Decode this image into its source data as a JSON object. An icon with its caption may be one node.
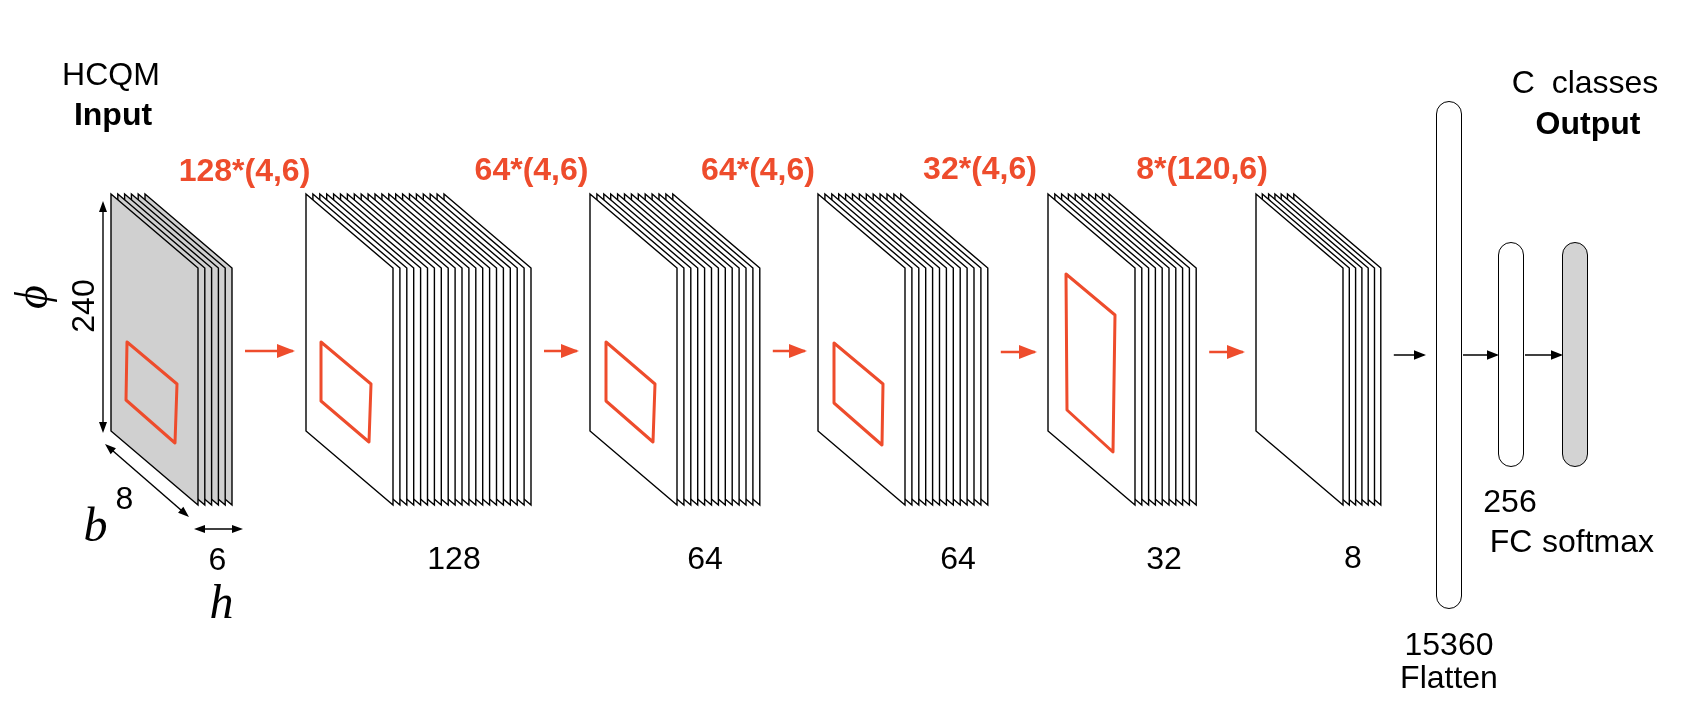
{
  "diagram": {
    "nodes": [
      {
        "text": [],
        "shape": "stack",
        "beside": [
          "HCQM",
          "Input"
        ]
      },
      {
        "text": [],
        "shape": "stack",
        "beside": [
          "128"
        ]
      },
      {
        "text": [],
        "shape": "stack",
        "beside": [
          "64"
        ]
      },
      {
        "text": [],
        "shape": "stack",
        "beside": [
          "64"
        ]
      },
      {
        "text": [],
        "shape": "stack",
        "beside": [
          "32"
        ]
      },
      {
        "text": [],
        "shape": "stack",
        "beside": [
          "8"
        ]
      },
      {
        "text": [],
        "shape": "bar",
        "beside": [
          "15360",
          "Flatten"
        ]
      },
      {
        "text": [],
        "shape": "bar",
        "beside": [
          "256",
          "FC"
        ]
      },
      {
        "text": [],
        "shape": "bar",
        "beside": [
          "C classes",
          "Output",
          "softmax"
        ]
      }
    ],
    "edges": [
      {
        "from": 0,
        "to": 1,
        "arrow": "to"
      },
      {
        "from": 1,
        "to": 2,
        "arrow": "to"
      },
      {
        "from": 2,
        "to": 3,
        "arrow": "to"
      },
      {
        "from": 3,
        "to": 4,
        "arrow": "to"
      },
      {
        "from": 4,
        "to": 5,
        "arrow": "to"
      },
      {
        "from": 5,
        "to": 6,
        "arrow": "to",
        "color": "#000000"
      },
      {
        "from": 6,
        "to": 7,
        "arrow": "to",
        "color": "#000000"
      },
      {
        "from": 7,
        "to": 8,
        "arrow": "to",
        "color": "#000000"
      }
    ],
    "labels": [
      "128*(4,6)",
      "64*(4,6)",
      "64*(4,6)",
      "32*(4,6)",
      "8*(120,6)",
      "ϕ",
      "240",
      "8",
      "b",
      "6",
      "h"
    ]
  }
}
